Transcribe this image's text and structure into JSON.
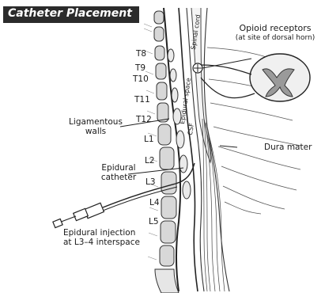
{
  "title": "Catheter Placement",
  "vertebrae": [
    "T8",
    "T9",
    "T10",
    "T11",
    "T12",
    "L1",
    "L2",
    "L3",
    "L4",
    "L5"
  ],
  "labels": {
    "opioid_line1": "Opioid receptors",
    "opioid_line2": "(at site of dorsal horn)",
    "ligamentous_line1": "Ligamentous",
    "ligamentous_line2": "walls",
    "dura_mater": "Dura mater",
    "catheter_line1": "Epidural",
    "catheter_line2": "catheter",
    "injection_line1": "Epidural injection",
    "injection_line2": "at L3–4 interspace",
    "spinal_cord": "Spinal cord",
    "epidural_space": "Epidural space",
    "csf": "CSF"
  }
}
